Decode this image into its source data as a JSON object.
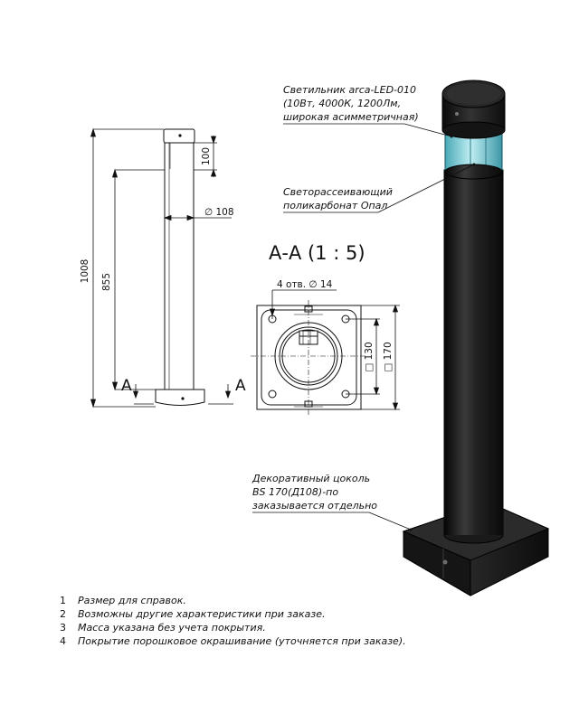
{
  "callouts": {
    "luminaire": [
      "Светильник arca-LED-010",
      "(10Вт, 4000К, 1200Лм,",
      "широкая асимметричная)"
    ],
    "diffuser": [
      "Светорассеивающий",
      "поликарбонат Опал"
    ],
    "base": [
      "Декоративный цоколь",
      "BS 170(Д108)-по",
      "заказывается отдельно"
    ]
  },
  "drawing": {
    "section_title": "А-А (1 : 5)",
    "section_marker": "А",
    "dimensions": {
      "total_height": "1008",
      "body_height": "855",
      "head_height": "100",
      "diameter": "∅ 108",
      "holes": "4 отв. ∅ 14",
      "inner_square": "□ 130",
      "outer_square": "□ 170"
    }
  },
  "notes": [
    {
      "num": "1",
      "text": "Размер для справок."
    },
    {
      "num": "2",
      "text": "Возможны другие характеристики при заказе."
    },
    {
      "num": "3",
      "text": "Масса указана без учета покрытия."
    },
    {
      "num": "4",
      "text": "Покрытие порошковое окрашивание (уточняется при заказе)."
    }
  ],
  "colors": {
    "line": "#111111",
    "bollard_body": "#1e1e1e",
    "diffuser": "#7fd0dc"
  }
}
